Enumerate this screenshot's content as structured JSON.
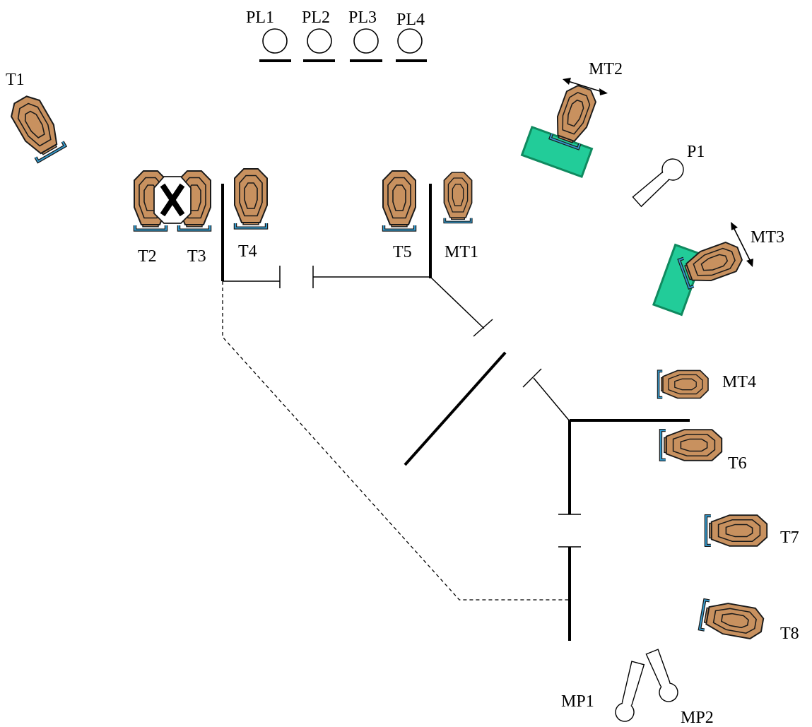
{
  "colors": {
    "target_fill": "#c8915f",
    "target_outline": "#1a1a1a",
    "stand_color": "#3399cc",
    "mover_base": "#22cc99",
    "mover_base_edge": "#0f8a5f",
    "wall": "#000000"
  },
  "icons": {
    "target": "steel-target-icon",
    "no_shoot": "no-shoot-x-icon",
    "plate": "popper-plate-icon",
    "popper": "pepper-popper-icon",
    "mover": "moving-target-base-icon",
    "arrow": "double-arrow-icon"
  },
  "labels": {
    "PL1": "PL1",
    "PL2": "PL2",
    "PL3": "PL3",
    "PL4": "PL4",
    "T1": "T1",
    "T2": "T2",
    "T3": "T3",
    "T4": "T4",
    "T5": "T5",
    "T6": "T6",
    "T7": "T7",
    "T8": "T8",
    "MT1": "MT1",
    "MT2": "MT2",
    "MT3": "MT3",
    "MT4": "MT4",
    "P1": "P1",
    "MP1": "MP1",
    "MP2": "MP2"
  }
}
